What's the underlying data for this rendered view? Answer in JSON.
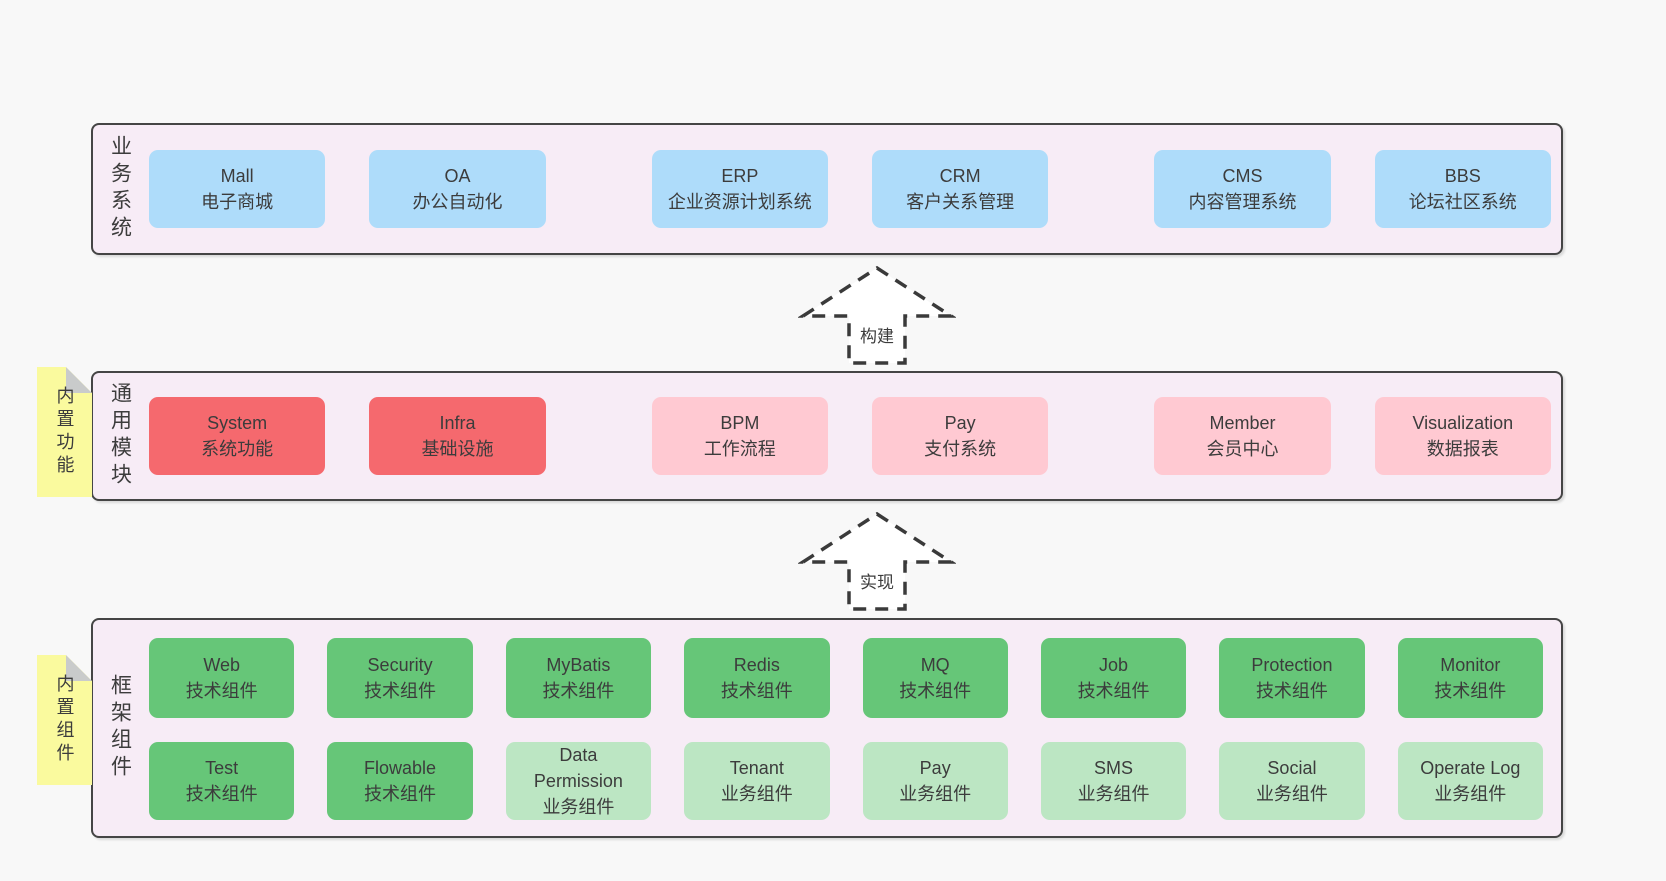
{
  "colors": {
    "bg": "#F8F8F8",
    "panel": "#F7ECF6",
    "panel-border": "#454545",
    "blue": "#AEDCFA",
    "red": "#F5696E",
    "pink": "#FFC9D2",
    "green": "#66C678",
    "lightgreen": "#BCE6C3",
    "yellow": "#FAFA9E",
    "fold": "#C9CBCB",
    "text": "#3C3C3C",
    "arrow": "#3A3A3A"
  },
  "sections": {
    "business": {
      "label": "业务系统",
      "boxes": [
        {
          "en": "Mall",
          "zh": "电子商城",
          "variant": "blue"
        },
        {
          "en": "OA",
          "zh": "办公自动化",
          "variant": "blue"
        },
        {
          "en": "ERP",
          "zh": "企业资源计划系统",
          "variant": "blue"
        },
        {
          "en": "CRM",
          "zh": "客户关系管理",
          "variant": "blue"
        },
        {
          "en": "CMS",
          "zh": "内容管理系统",
          "variant": "blue"
        },
        {
          "en": "BBS",
          "zh": "论坛社区系统",
          "variant": "blue"
        }
      ]
    },
    "arrow_build": {
      "label": "构建"
    },
    "modules": {
      "label": "通用模块",
      "sticky": "内置功能",
      "boxes": [
        {
          "en": "System",
          "zh": "系统功能",
          "variant": "red"
        },
        {
          "en": "Infra",
          "zh": "基础设施",
          "variant": "red"
        },
        {
          "en": "BPM",
          "zh": "工作流程",
          "variant": "pink"
        },
        {
          "en": "Pay",
          "zh": "支付系统",
          "variant": "pink"
        },
        {
          "en": "Member",
          "zh": "会员中心",
          "variant": "pink"
        },
        {
          "en": "Visualization",
          "zh": "数据报表",
          "variant": "pink"
        }
      ]
    },
    "arrow_implement": {
      "label": "实现"
    },
    "framework": {
      "label": "框架组件",
      "sticky": "内置组件",
      "rows": [
        [
          {
            "en": "Web",
            "zh": "技术组件",
            "variant": "green"
          },
          {
            "en": "Security",
            "zh": "技术组件",
            "variant": "green"
          },
          {
            "en": "MyBatis",
            "zh": "技术组件",
            "variant": "green"
          },
          {
            "en": "Redis",
            "zh": "技术组件",
            "variant": "green"
          },
          {
            "en": "MQ",
            "zh": "技术组件",
            "variant": "green"
          },
          {
            "en": "Job",
            "zh": "技术组件",
            "variant": "green"
          },
          {
            "en": "Protection",
            "zh": "技术组件",
            "variant": "green"
          },
          {
            "en": "Monitor",
            "zh": "技术组件",
            "variant": "green"
          }
        ],
        [
          {
            "en": "Test",
            "zh": "技术组件",
            "variant": "green"
          },
          {
            "en": "Flowable",
            "zh": "技术组件",
            "variant": "green"
          },
          {
            "en": "Data Permission",
            "zh": "业务组件",
            "variant": "lightgreen"
          },
          {
            "en": "Tenant",
            "zh": "业务组件",
            "variant": "lightgreen"
          },
          {
            "en": "Pay",
            "zh": "业务组件",
            "variant": "lightgreen"
          },
          {
            "en": "SMS",
            "zh": "业务组件",
            "variant": "lightgreen"
          },
          {
            "en": "Social",
            "zh": "业务组件",
            "variant": "lightgreen"
          },
          {
            "en": "Operate Log",
            "zh": "业务组件",
            "variant": "lightgreen"
          }
        ]
      ]
    }
  }
}
